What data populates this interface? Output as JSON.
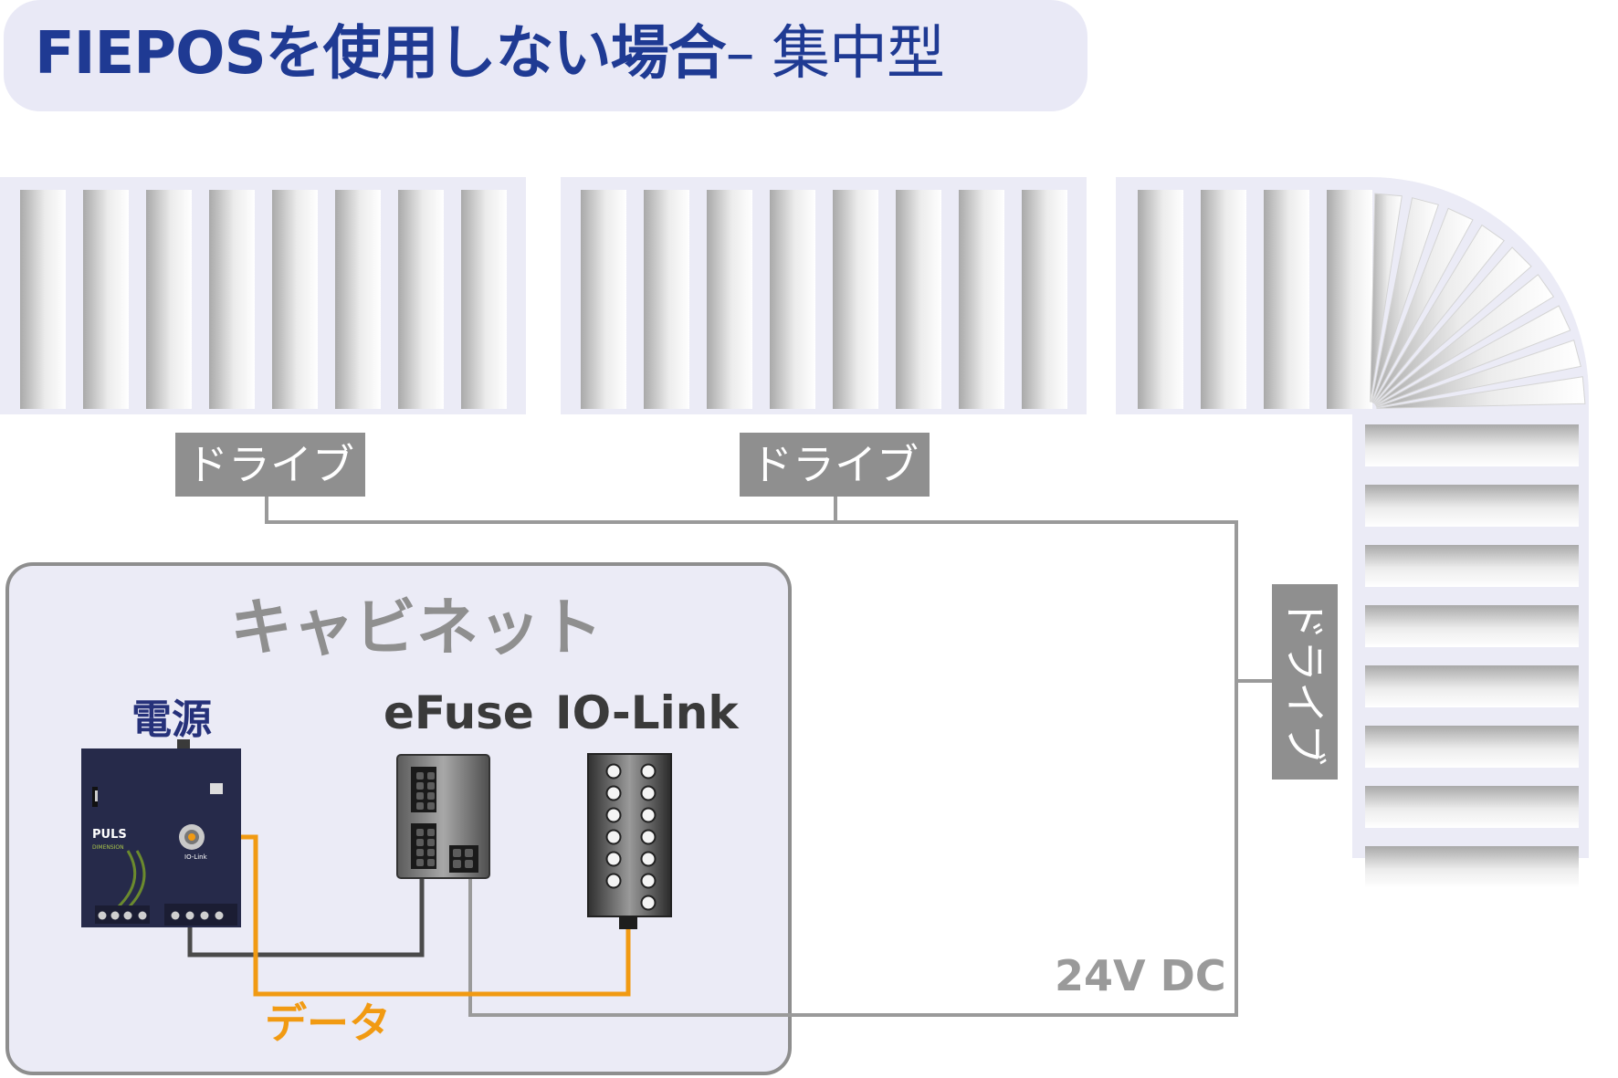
{
  "title": {
    "strong": "FIEPOSを使用しない場合",
    "light": "– 集中型"
  },
  "drive_label": "ドライブ",
  "cabinet": {
    "label": "キャビネット",
    "power_supply": {
      "label": "電源",
      "brand": "PULS",
      "sub": "DIMENSION",
      "io_link": "IO-Link"
    },
    "efuse": {
      "label": "eFuse"
    },
    "io_link": {
      "label": "IO-Link"
    }
  },
  "data_line_label": "データ",
  "supply_voltage_label": "24V  DC",
  "colors": {
    "title": "#1f3a93",
    "device_label": "#26317a",
    "data_line": "#f19a12",
    "power_line": "#9a9a9a",
    "drive_tag": "#8f8f8f",
    "cabinet_bg": "#ebebf6",
    "title_bg": "#e9e9f6"
  }
}
